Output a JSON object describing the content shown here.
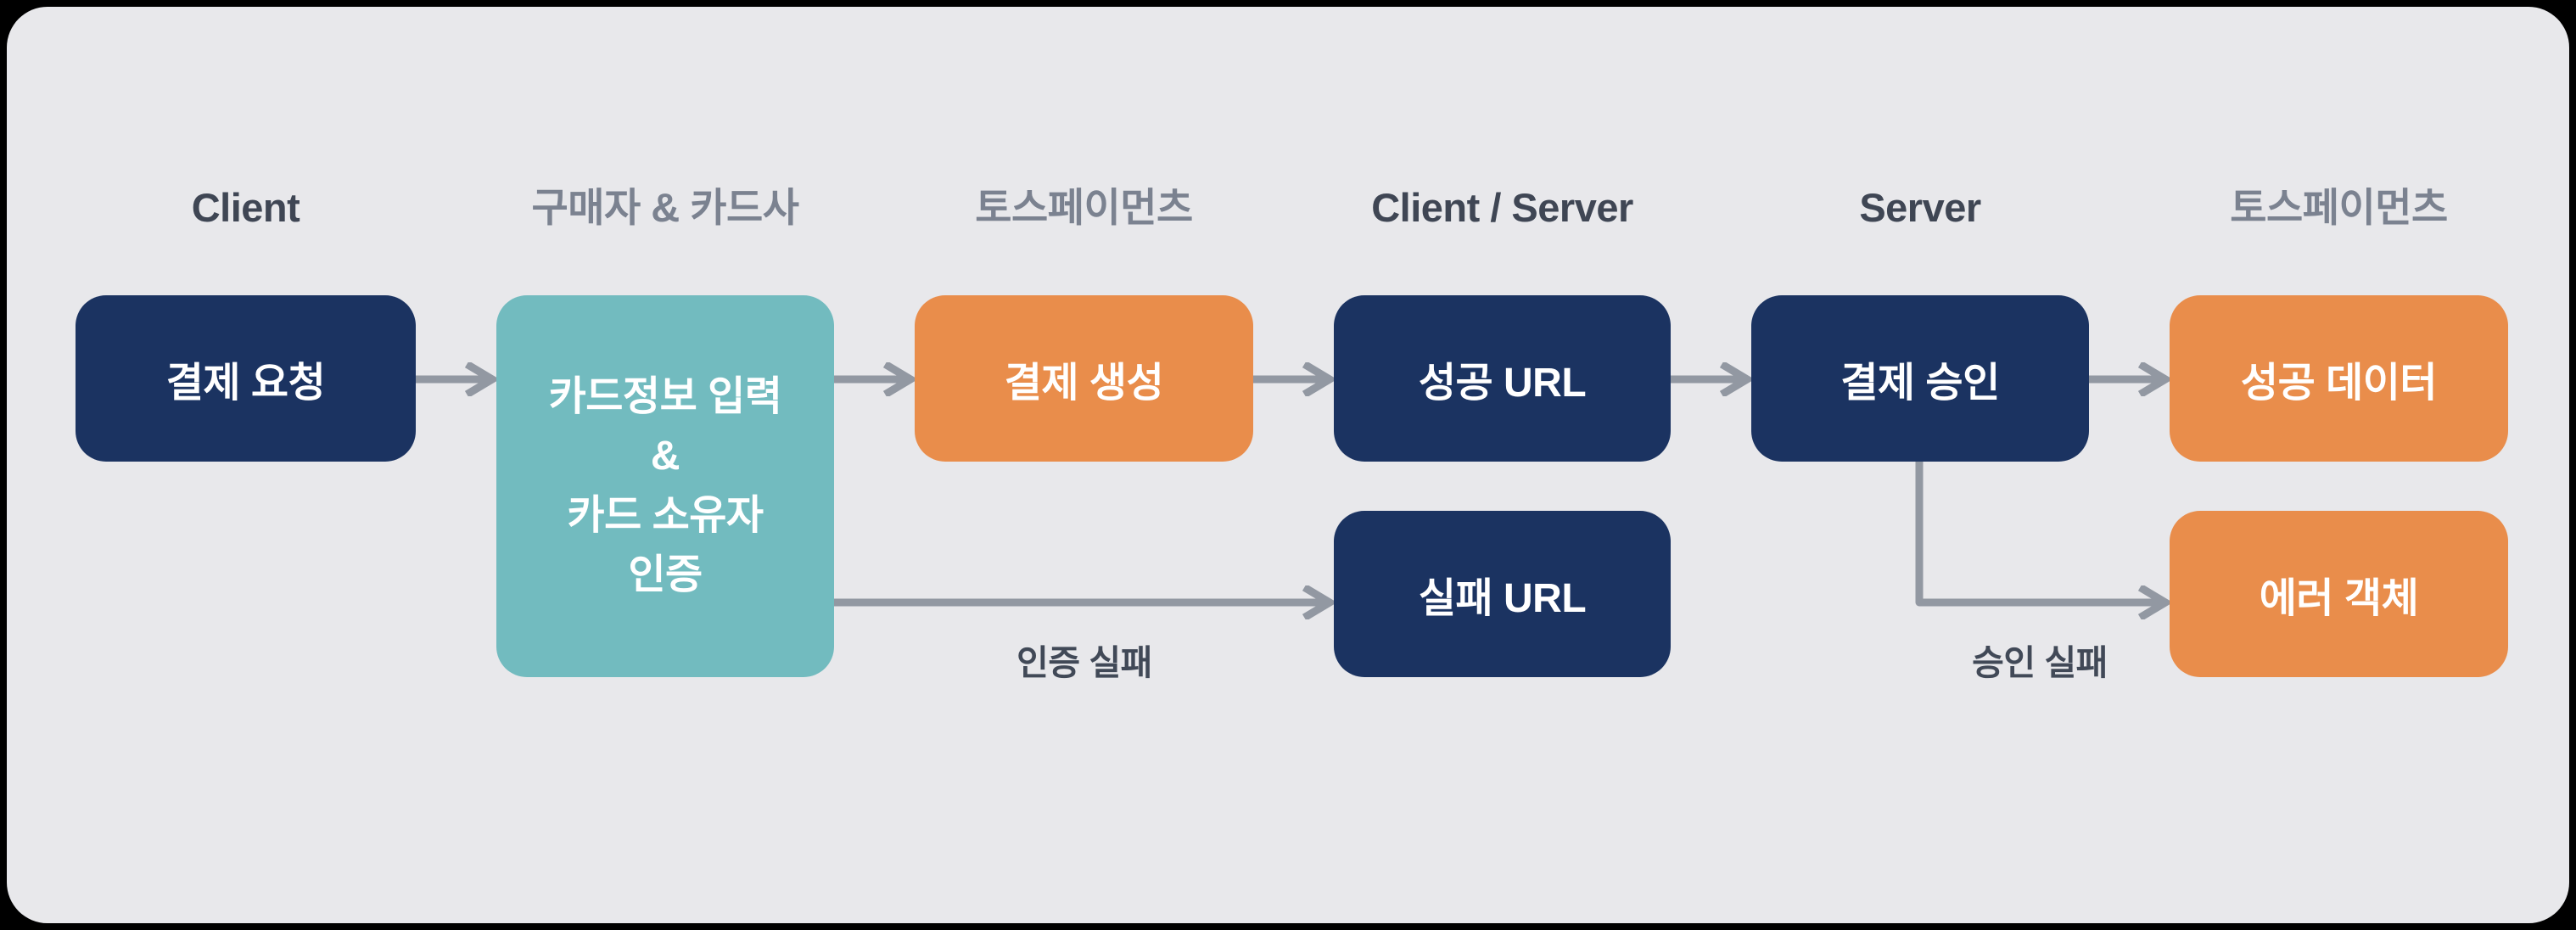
{
  "colors": {
    "outer_background": "#000000",
    "panel_background": "#e8e8eb",
    "node_navy": "#1b3361",
    "node_teal": "#72bbbf",
    "node_orange": "#e98d4b",
    "arrow": "#9298a2",
    "header_dark": "#3f4654",
    "header_light": "#7b8290",
    "node_text": "#ffffff",
    "edge_label_text": "#414957"
  },
  "columns": [
    {
      "header": "Client",
      "tone": "dark"
    },
    {
      "header": "구매자 & 카드사",
      "tone": "light"
    },
    {
      "header": "토스페이먼츠",
      "tone": "light"
    },
    {
      "header": "Client / Server",
      "tone": "dark"
    },
    {
      "header": "Server",
      "tone": "dark"
    },
    {
      "header": "토스페이먼츠",
      "tone": "light"
    }
  ],
  "nodes": {
    "payment_request": {
      "label": "결제 요청",
      "color": "navy"
    },
    "card_input": {
      "lines": [
        "카드정보 입력",
        "&",
        "카드 소유자",
        "인증"
      ],
      "color": "teal"
    },
    "payment_create": {
      "label": "결제 생성",
      "color": "orange"
    },
    "success_url": {
      "label": "성공 URL",
      "color": "navy"
    },
    "fail_url": {
      "label": "실패 URL",
      "color": "navy"
    },
    "payment_approve": {
      "label": "결제 승인",
      "color": "navy"
    },
    "success_data": {
      "label": "성공 데이터",
      "color": "orange"
    },
    "error_object": {
      "label": "에러 객체",
      "color": "orange"
    }
  },
  "edges": [
    {
      "from": "결제 요청",
      "to": "카드정보 입력 & 카드 소유자 인증",
      "label": ""
    },
    {
      "from": "카드정보 입력 & 카드 소유자 인증",
      "to": "결제 생성",
      "label": ""
    },
    {
      "from": "결제 생성",
      "to": "성공 URL",
      "label": ""
    },
    {
      "from": "성공 URL",
      "to": "결제 승인",
      "label": ""
    },
    {
      "from": "결제 승인",
      "to": "성공 데이터",
      "label": ""
    },
    {
      "from": "카드정보 입력 & 카드 소유자 인증",
      "to": "실패 URL",
      "label": "인증 실패"
    },
    {
      "from": "결제 승인",
      "to": "에러 객체",
      "label": "승인 실패"
    }
  ]
}
